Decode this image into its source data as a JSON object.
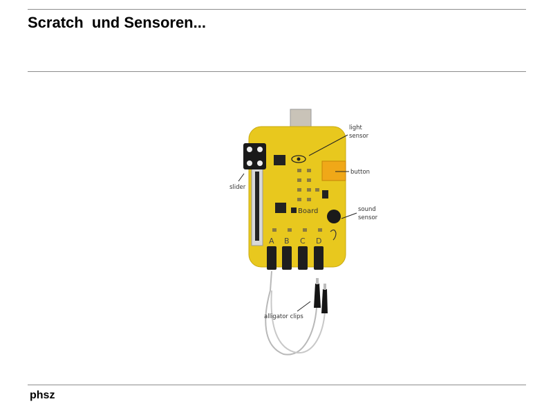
{
  "slide": {
    "title": "Scratch  und Sensoren...",
    "footer": "phsz"
  },
  "figure": {
    "board_logo": "Board",
    "port_labels": [
      "A",
      "B",
      "C",
      "D"
    ],
    "labels": {
      "light_sensor": [
        "light",
        "sensor"
      ],
      "button": "button",
      "slider": "slider",
      "sound_sensor": [
        "sound",
        "sensor"
      ],
      "alligator_clips": "alligator clips"
    },
    "colors": {
      "board": "#e8c81e",
      "button": "#f0a818"
    }
  }
}
